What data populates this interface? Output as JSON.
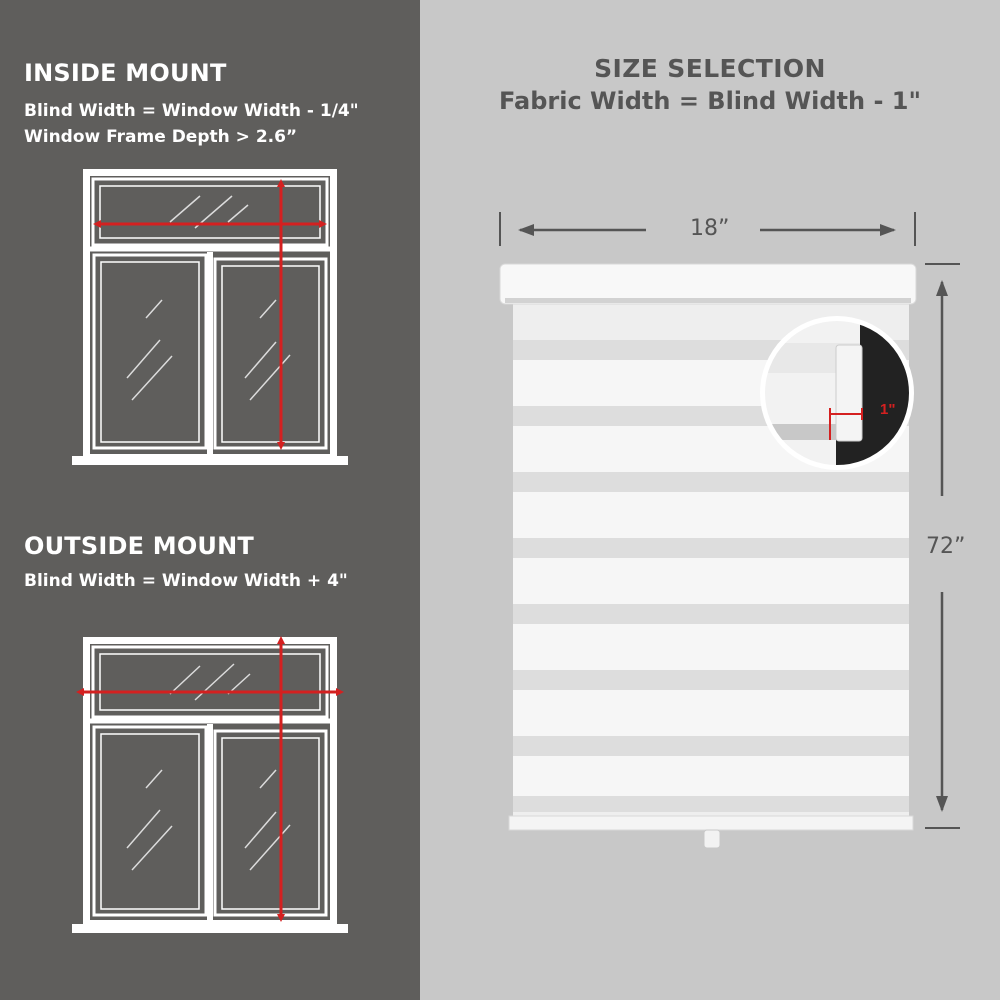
{
  "inside_mount": {
    "title": "INSIDE MOUNT",
    "line1": "Blind Width = Window Width - 1/4\"",
    "line2": "Window Frame Depth > 2.6”"
  },
  "outside_mount": {
    "title": "OUTSIDE MOUNT",
    "line1": "Blind Width = Window Width + 4\""
  },
  "size_selection": {
    "title": "SIZE SELECTION",
    "formula": "Fabric Width = Blind Width - 1\""
  },
  "dimensions": {
    "width": "18”",
    "height": "72”",
    "fabric_gap": "1\""
  },
  "colors": {
    "dark_panel": "#5f5e5c",
    "light_panel": "#c8c8c8",
    "measure_red": "#d42020",
    "dim_text": "#555555"
  }
}
